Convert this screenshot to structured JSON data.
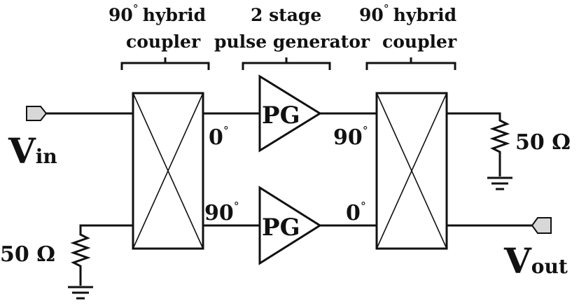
{
  "headers": {
    "left_coupler_line1": "90",
    "left_coupler_word": "hybrid",
    "left_coupler_line2": "coupler",
    "pulse_gen_line1": "2 stage",
    "pulse_gen_line2": "pulse generator",
    "right_coupler_line1": "90",
    "right_coupler_word": "hybrid",
    "right_coupler_line2": "coupler",
    "degree_mark": "°"
  },
  "ports": {
    "left_top_out": "0",
    "left_bottom_out": "90",
    "right_top_in": "90",
    "right_bottom_in": "0",
    "degree_mark": "°"
  },
  "blocks": {
    "pg_top": "PG",
    "pg_bottom": "PG"
  },
  "terminations": {
    "left_resistor": "50 Ω",
    "right_resistor": "50 Ω"
  },
  "signals": {
    "vin_main": "V",
    "vin_sub": "in",
    "vout_main": "V",
    "vout_sub": "out"
  }
}
